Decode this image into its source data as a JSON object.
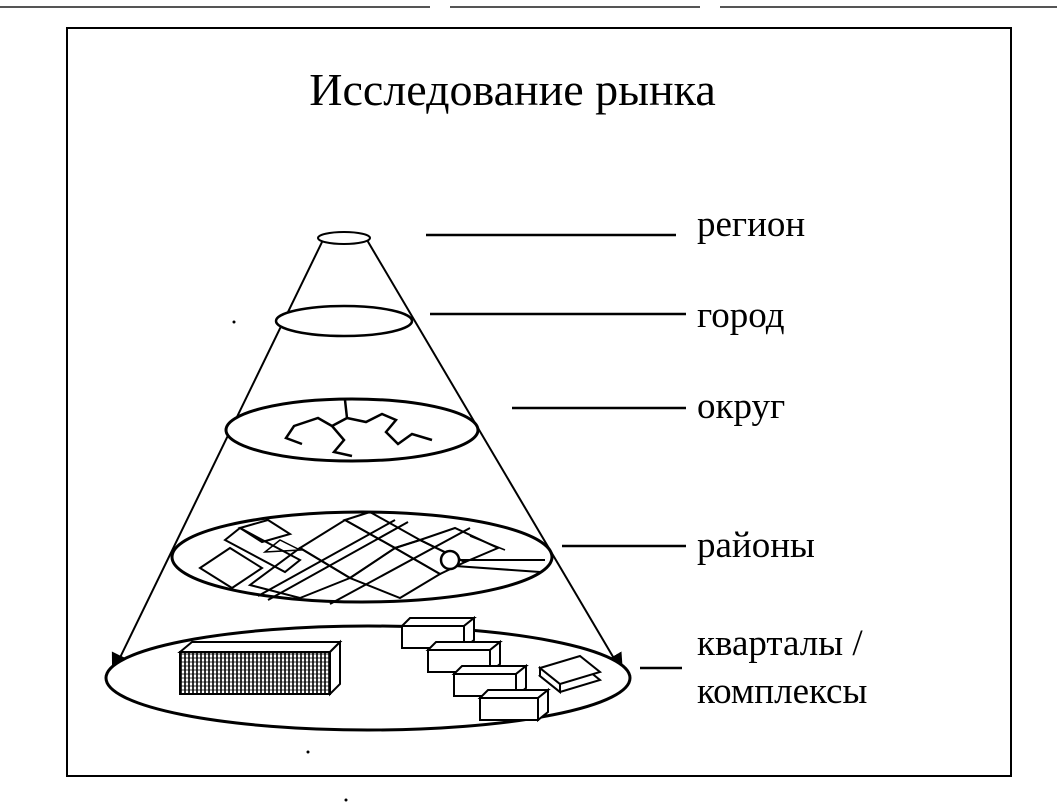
{
  "title": "Исследование рынка",
  "levels": [
    {
      "label": "регион"
    },
    {
      "label": "город"
    },
    {
      "label": "округ"
    },
    {
      "label": "районы"
    },
    {
      "label_lines": [
        "кварталы /",
        "комплексы"
      ]
    }
  ],
  "colors": {
    "ink": "#000000",
    "background": "#ffffff"
  }
}
